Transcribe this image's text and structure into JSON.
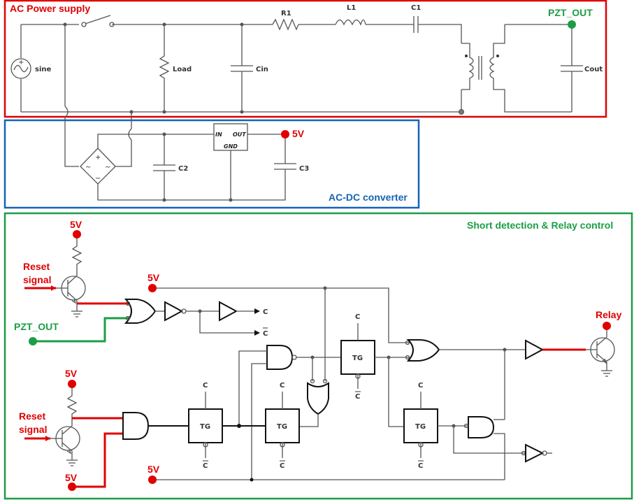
{
  "sections": {
    "ac_power": {
      "title": "AC Power supply",
      "color": "#e00000"
    },
    "ac_dc": {
      "title": "AC-DC converter",
      "color": "#1464b4"
    },
    "short_detect": {
      "title": "Short detection & Relay control",
      "color": "#1a9e46"
    }
  },
  "ac_power": {
    "source_label": "sine",
    "load_label": "Load",
    "cin_label": "Cin",
    "r1_label": "R1",
    "l1_label": "L1",
    "c1_label": "C1",
    "cout_label": "Cout",
    "pzt_out_label": "PZT_OUT"
  },
  "ac_dc": {
    "c2_label": "C2",
    "c3_label": "C3",
    "reg_in": "IN",
    "reg_out": "OUT",
    "reg_gnd": "GND",
    "vout_label": "5V"
  },
  "short_detect": {
    "vcc_top": "5V",
    "reset_top_line1": "Reset",
    "reset_top_line2": "signal",
    "pzt_out_input": "PZT_OUT",
    "vcc_mid": "5V",
    "out_c": "C",
    "out_cbar": "C",
    "relay_label": "Relay",
    "vcc_low_tr": "5V",
    "reset_bot_line1": "Reset",
    "reset_bot_line2": "signal",
    "vcc_bottom": "5V",
    "vcc_bottom_left": "5V",
    "tg_label": "TG",
    "ctrl_c": "C",
    "ctrl_cbar": "C"
  },
  "colors": {
    "red": "#e00000",
    "green": "#1a9e46",
    "blue": "#1464b4"
  }
}
